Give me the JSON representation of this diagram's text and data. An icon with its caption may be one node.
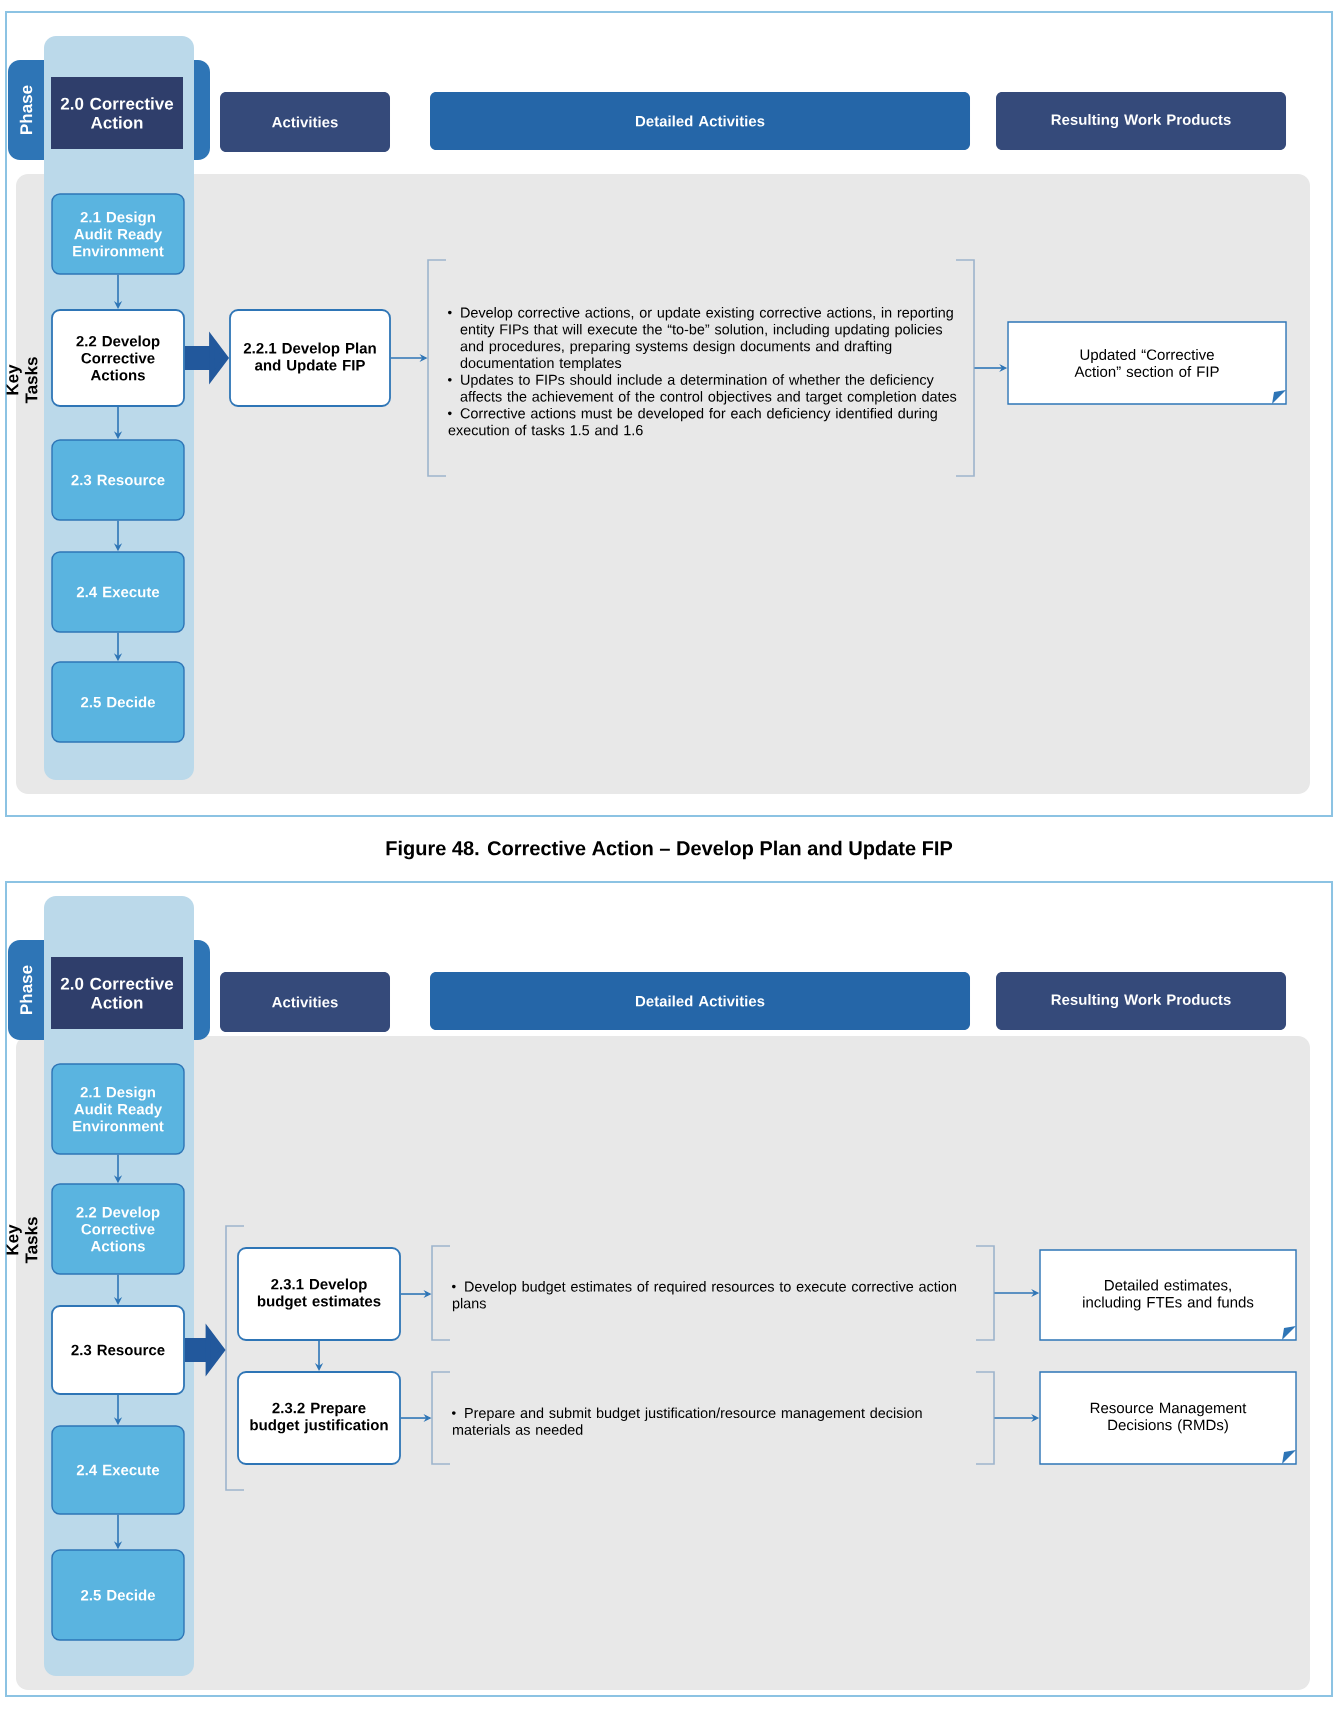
{
  "diagram": {
    "caption": "Figure 48. Corrective Action – Develop Plan and Update FIP",
    "nodes": [
      {
        "text": [
          "Phase"
        ]
      },
      {
        "text": [
          "2.0 Corrective Action"
        ],
        "in": 0
      },
      {
        "text": [
          "Activities"
        ]
      },
      {
        "text": [
          "Detailed Activities"
        ]
      },
      {
        "text": [
          "Resulting Work Products"
        ]
      },
      {
        "text": [
          "2.1 Design Audit Ready Environment"
        ]
      },
      {
        "text": [
          "2.2 Develop Corrective Actions"
        ]
      },
      {
        "text": [
          "2.3 Resource"
        ]
      },
      {
        "text": [
          "2.4 Execute"
        ]
      },
      {
        "text": [
          "2.5 Decide"
        ]
      },
      {
        "text": [
          "2.2.1 Develop Plan and Update FIP"
        ]
      },
      {
        "text": [
          "Develop corrective actions, or update existing corrective actions, in reporting entity FIPs that will execute the “to-be” solution, including updating policies and procedures, preparing systems design documents and drafting documentation templates",
          "Updates to FIPs should include a determination of whether the deficiency affects the achievement of the control objectives and target completion dates",
          "Corrective actions must be developed for each deficiency identified during execution of tasks 1.5 and 1.6"
        ]
      },
      {
        "text": [
          "Updated “Corrective Action” section of FIP"
        ]
      },
      {
        "text": [
          "Phase"
        ]
      },
      {
        "text": [
          "2.0 Corrective Action"
        ],
        "in": 13
      },
      {
        "text": [
          "Activities"
        ]
      },
      {
        "text": [
          "Detailed Activities"
        ]
      },
      {
        "text": [
          "Resulting Work Products"
        ]
      },
      {
        "text": [
          "2.1 Design Audit Ready Environment"
        ]
      },
      {
        "text": [
          "2.2 Develop Corrective Actions"
        ]
      },
      {
        "text": [
          "2.3 Resource"
        ]
      },
      {
        "text": [
          "2.4 Execute"
        ]
      },
      {
        "text": [
          "2.5 Decide"
        ]
      },
      {
        "text": [],
        "shape": "bracket"
      },
      {
        "text": [
          "2.3.1 Develop budget estimates"
        ]
      },
      {
        "text": [
          "2.3.2 Prepare budget justification"
        ]
      },
      {
        "text": [
          "Develop budget estimates of required resources to execute corrective action plans"
        ]
      },
      {
        "text": [
          "Prepare and submit budget justification/resource management decision materials as needed"
        ]
      },
      {
        "text": [
          "Detailed estimates, including FTEs and funds"
        ]
      },
      {
        "text": [
          "Resource Management Decisions (RMDs)"
        ]
      }
    ],
    "edges": [
      {
        "from": 5,
        "to": 6,
        "arrow": "to"
      },
      {
        "from": 6,
        "to": 7,
        "arrow": "to"
      },
      {
        "from": 7,
        "to": 8,
        "arrow": "to"
      },
      {
        "from": 8,
        "to": 9,
        "arrow": "to"
      },
      {
        "from": 6,
        "to": 10,
        "arrow": "to",
        "style": "thick",
        "color": "#22589c"
      },
      {
        "from": 10,
        "to": 11,
        "arrow": "to"
      },
      {
        "from": 11,
        "to": 12,
        "arrow": "to"
      },
      {
        "from": 18,
        "to": 19,
        "arrow": "to"
      },
      {
        "from": 19,
        "to": 20,
        "arrow": "to"
      },
      {
        "from": 20,
        "to": 21,
        "arrow": "to"
      },
      {
        "from": 21,
        "to": 22,
        "arrow": "to"
      },
      {
        "from": 20,
        "to": 23,
        "arrow": "to",
        "style": "thick",
        "color": "#22589c"
      },
      {
        "from": 24,
        "to": 25,
        "arrow": "to"
      },
      {
        "from": 24,
        "to": 26,
        "arrow": "to"
      },
      {
        "from": 25,
        "to": 27,
        "arrow": "to"
      },
      {
        "from": 26,
        "to": 28,
        "arrow": "to"
      },
      {
        "from": 27,
        "to": 29,
        "arrow": "to"
      }
    ],
    "labels": [
      "Key Tasks",
      "Key Tasks"
    ]
  }
}
